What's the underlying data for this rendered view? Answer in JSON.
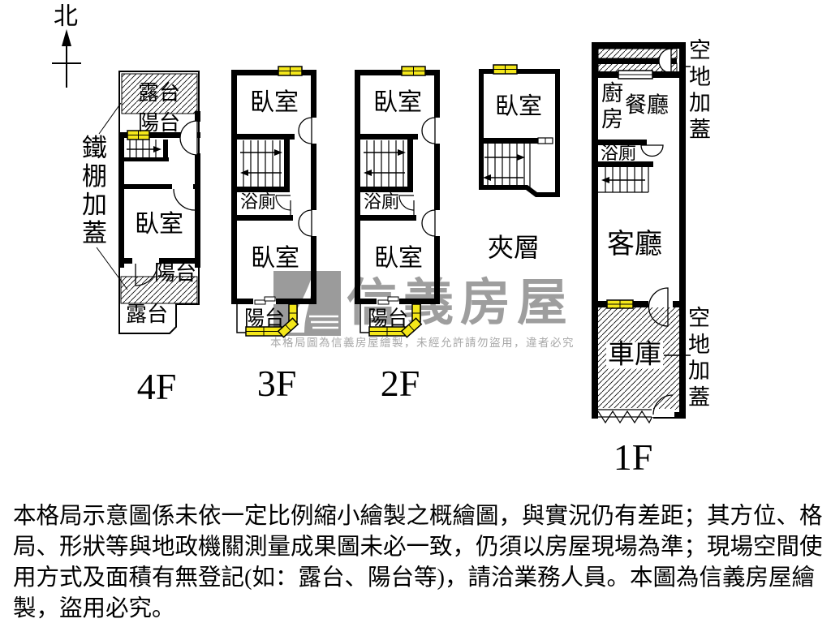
{
  "compass": {
    "north_label": "北"
  },
  "floors": {
    "f4": {
      "label": "4F",
      "terrace_top": "露台",
      "balcony_top": "陽台",
      "shed_note": "鐵棚加蓋",
      "bedroom": "臥室",
      "balcony_bottom": "陽台",
      "terrace_bottom": "露台"
    },
    "f3": {
      "label": "3F",
      "bedroom_top": "臥室",
      "bath": "浴廁",
      "bedroom_bottom": "臥室",
      "balcony": "陽台"
    },
    "f2": {
      "label": "2F",
      "bedroom_top": "臥室",
      "bath": "浴廁",
      "bedroom_bottom": "臥室",
      "balcony": "陽台"
    },
    "mezzanine": {
      "label": "夾層",
      "bedroom": "臥室"
    },
    "f1": {
      "label": "1F",
      "kitchen": "廚房",
      "dining": "餐廳",
      "bath": "浴廁",
      "living": "客廳",
      "garage": "車庫",
      "open_area_top": "空地加蓋",
      "open_area_bottom": "空地加蓋"
    }
  },
  "watermark": {
    "logo": "sinyi-roof-logo",
    "brand": "信義房屋",
    "notice": "本格局圖為信義房屋繪製，未經允許請勿盜用，違者必究"
  },
  "disclaimer": {
    "line1": "本格局示意圖係未依一定比例縮小繪製之概繪圖，與實況仍有差距；其方位、格",
    "line2": "局、形狀等與地政機關測量成果圖未必一致，仍須以房屋現場為準；現場空間使",
    "line3": "用方式及面積有無登記(如：露台、陽台等)，請洽業務人員。本圖為信義房屋繪",
    "line4": "製，盜用必究。"
  },
  "colors": {
    "wall": "#000000",
    "window_yellow": "#f4e71a",
    "watermark_gray": "#9b9b9b"
  }
}
